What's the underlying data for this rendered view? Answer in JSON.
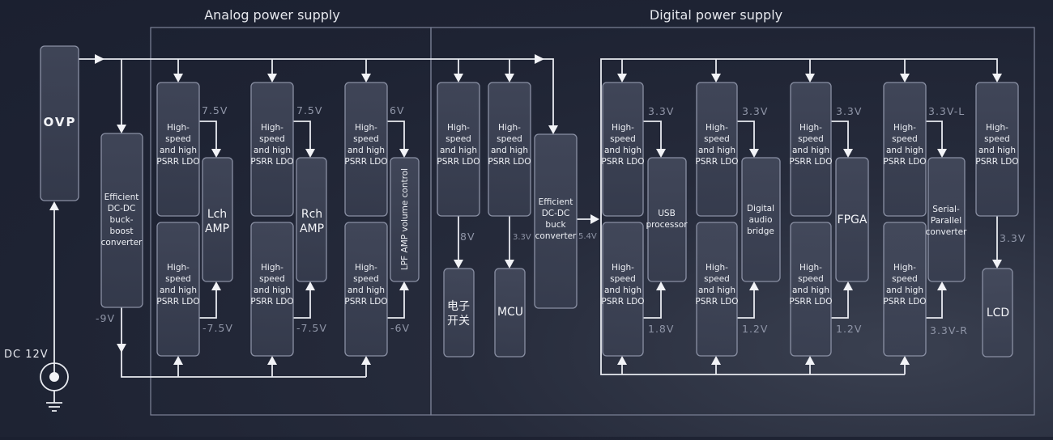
{
  "sections": {
    "analog_title": "Analog power supply",
    "digital_title": "Digital power supply"
  },
  "input": {
    "label": "DC 12V",
    "ovp": "OVP"
  },
  "converters": {
    "buck_boost": [
      "Efficient",
      "DC-DC",
      "buck-",
      "boost",
      "converter"
    ],
    "buck": [
      "Efficient",
      "DC-DC",
      "buck",
      "converter"
    ]
  },
  "ldo_label": [
    "High-",
    "speed",
    "and high",
    "PSRR LDO"
  ],
  "loads": {
    "lch_amp": [
      "Lch",
      "AMP"
    ],
    "rch_amp": [
      "Rch",
      "AMP"
    ],
    "lpf_amp": "LPF AMP volume control",
    "switch": [
      "电子",
      "开关"
    ],
    "mcu": "MCU",
    "usb": [
      "USB",
      "processor"
    ],
    "dab": [
      "Digital",
      "audio",
      "bridge"
    ],
    "fpga": "FPGA",
    "spc": [
      "Serial-",
      "Parallel",
      "converter"
    ],
    "lcd": "LCD"
  },
  "voltages": {
    "neg9": "-9V",
    "lch_pos": "7.5V",
    "lch_neg": "-7.5V",
    "rch_pos": "7.5V",
    "rch_neg": "-7.5V",
    "lpf_pos": "6V",
    "lpf_neg": "-6V",
    "switch": "8V",
    "mcu": "3.3V",
    "buck_out": "5.4V",
    "usb_top": "3.3V",
    "usb_bot": "1.8V",
    "dab_top": "3.3V",
    "dab_bot": "1.2V",
    "fpga_top": "3.3V",
    "fpga_bot": "1.2V",
    "spc_top": "3.3V-L",
    "spc_bot": "3.3V-R",
    "lcd": "3.3V"
  },
  "colors": {
    "wire": "#e8eaf0",
    "box_border": "#8a90a4",
    "voltage_text": "#9096a8",
    "background": "#1e2333"
  }
}
